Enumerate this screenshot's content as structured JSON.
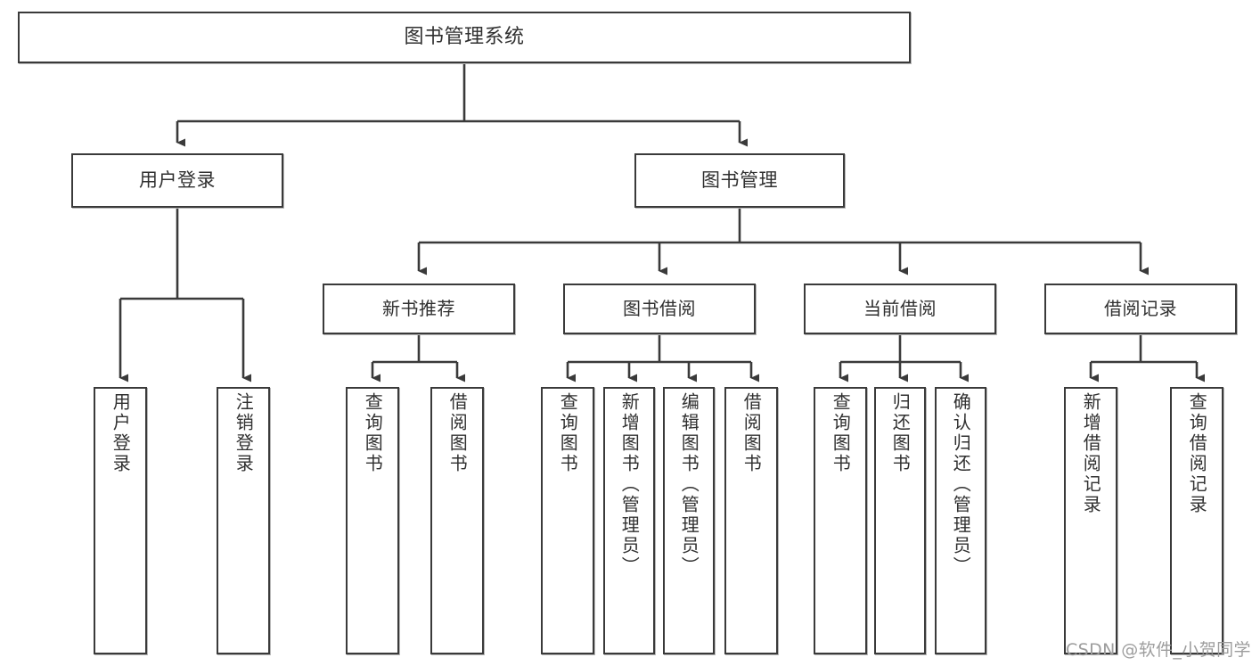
{
  "diagram": {
    "title": "图书管理系统",
    "type": "tree-hierarchy",
    "root": {
      "label": "图书管理系统"
    },
    "level1": [
      {
        "label": "用户登录"
      },
      {
        "label": "图书管理"
      }
    ],
    "level2": [
      {
        "label": "新书推荐"
      },
      {
        "label": "图书借阅"
      },
      {
        "label": "当前借阅"
      },
      {
        "label": "借阅记录"
      }
    ],
    "leaves": {
      "user_login": [
        {
          "label": "用户登录"
        },
        {
          "label": "注销登录"
        }
      ],
      "new_book_recommend": [
        {
          "label": "查询图书"
        },
        {
          "label": "借阅图书"
        }
      ],
      "book_borrow": [
        {
          "label": "查询图书"
        },
        {
          "label": "新增图书（管理员）"
        },
        {
          "label": "编辑图书（管理员）"
        },
        {
          "label": "借阅图书"
        }
      ],
      "current_borrow": [
        {
          "label": "查询图书"
        },
        {
          "label": "归还图书"
        },
        {
          "label": "确认归还（管理员）"
        }
      ],
      "borrow_record": [
        {
          "label": "新增借阅记录"
        },
        {
          "label": "查询借阅记录"
        }
      ]
    }
  },
  "watermark": {
    "text": "CSDN @软件_小贺同学"
  },
  "colors": {
    "stroke": "#3a3a3a",
    "background": "#ffffff",
    "text": "#303030",
    "watermark": "#9d9d9d"
  }
}
